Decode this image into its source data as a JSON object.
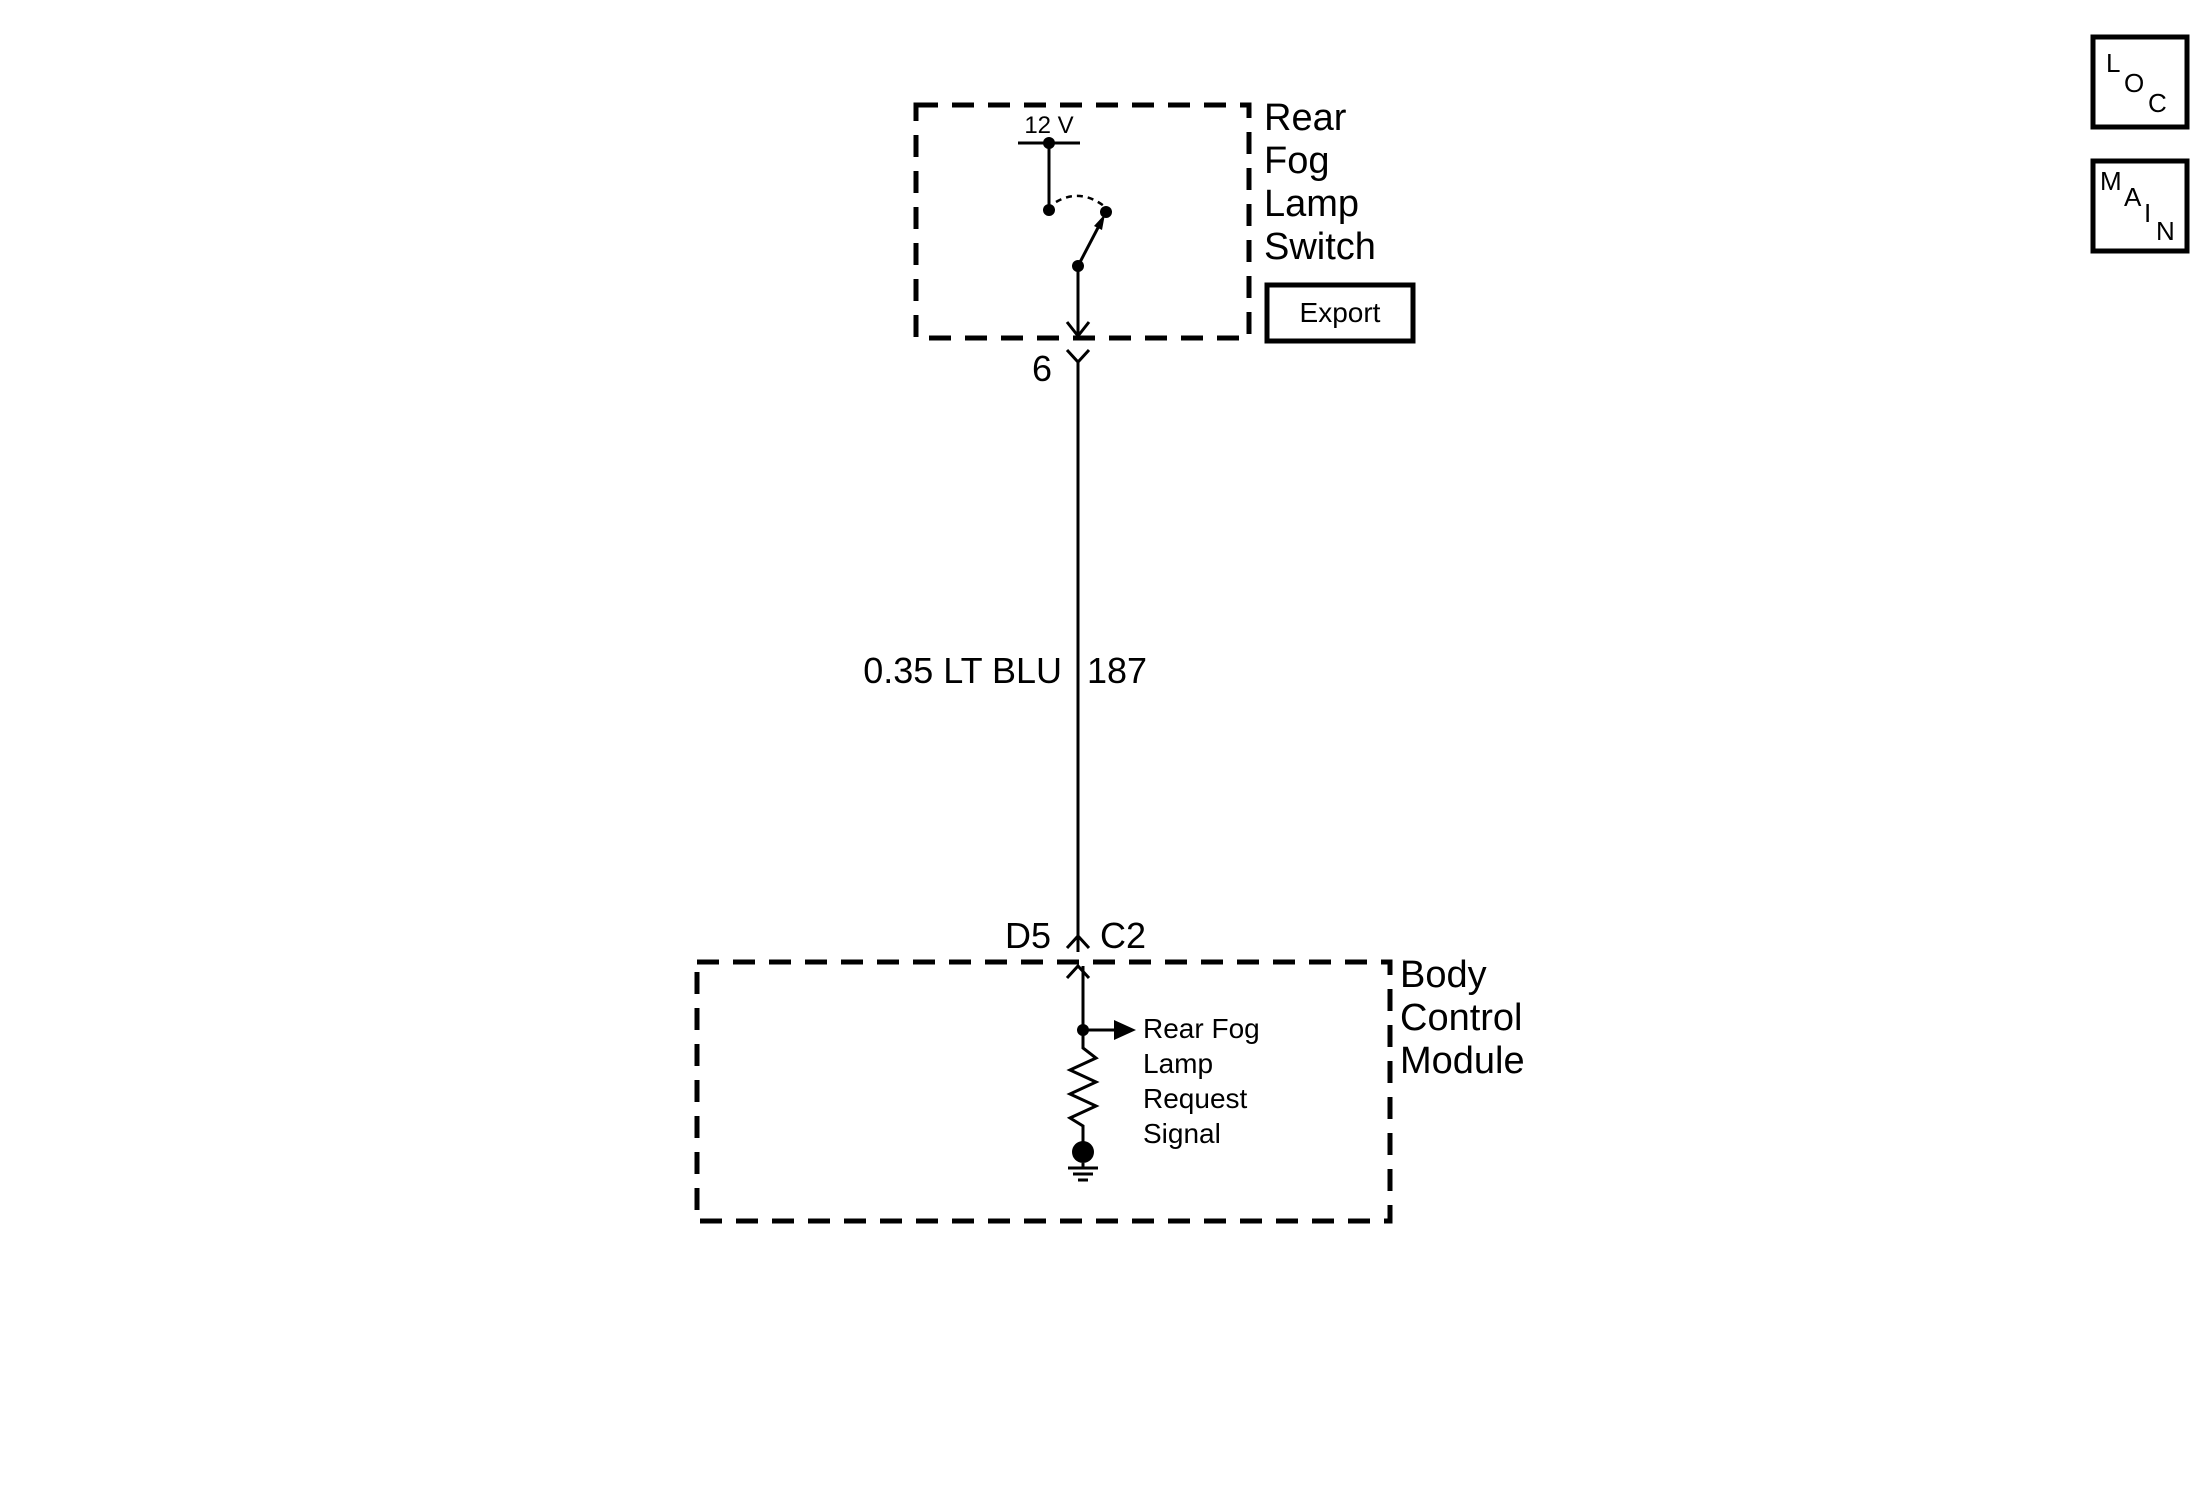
{
  "navigation": {
    "loc_button": {
      "letters": [
        "L",
        "O",
        "C"
      ]
    },
    "main_button": {
      "letters": [
        "M",
        "A",
        "I",
        "N"
      ]
    }
  },
  "switch_component": {
    "name_lines": [
      "Rear",
      "Fog",
      "Lamp",
      "Switch"
    ],
    "supply_voltage": "12 V",
    "export_label": "Export",
    "connector_pin": "6"
  },
  "wire": {
    "gauge_color": "0.35 LT BLU",
    "circuit_number": "187"
  },
  "module_component": {
    "name_lines": [
      "Body",
      "Control",
      "Module"
    ],
    "connector_pin": "D5",
    "connector_id": "C2",
    "signal_label_lines": [
      "Rear Fog",
      "Lamp",
      "Request",
      "Signal"
    ]
  }
}
